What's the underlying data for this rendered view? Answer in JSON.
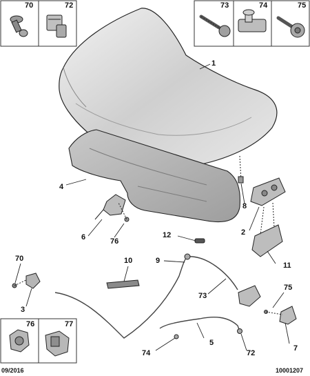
{
  "inset_boxes": {
    "top_left": [
      "70",
      "72"
    ],
    "top_right": [
      "73",
      "74",
      "75"
    ],
    "bottom_left": [
      "76",
      "77"
    ]
  },
  "callouts": {
    "hood": "1",
    "hood_lining": "4",
    "bracket_left": "6",
    "clip_76": "76",
    "stop_8": "8",
    "latch_upper": "2",
    "latch_lower": "11",
    "clip_12": "12",
    "screw_70": "70",
    "lever_3": "3",
    "seal_10": "10",
    "cable_9": "9",
    "screw_73": "73",
    "screw_75": "75",
    "cable_5": "5",
    "clip_74": "74",
    "clip_72": "72",
    "latch_7": "7"
  },
  "footer": {
    "date": "09/2016",
    "ref": "10001207"
  },
  "colors": {
    "line": "#222222",
    "hood_fill": "#dcdcdc",
    "part_fill": "#bdbdbd",
    "box_border": "#333333"
  }
}
